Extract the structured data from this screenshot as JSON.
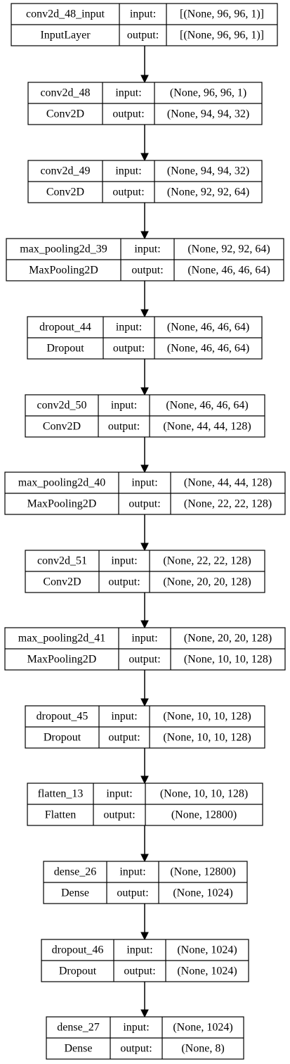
{
  "layers": [
    {
      "name": "conv2d_48_input",
      "type": "InputLayer",
      "input_label": "input:",
      "output_label": "output:",
      "input": "[(None, 96, 96, 1)]",
      "output": "[(None, 96, 96, 1)]"
    },
    {
      "name": "conv2d_48",
      "type": "Conv2D",
      "input_label": "input:",
      "output_label": "output:",
      "input": "(None, 96, 96, 1)",
      "output": "(None, 94, 94, 32)"
    },
    {
      "name": "conv2d_49",
      "type": "Conv2D",
      "input_label": "input:",
      "output_label": "output:",
      "input": "(None, 94, 94, 32)",
      "output": "(None, 92, 92, 64)"
    },
    {
      "name": "max_pooling2d_39",
      "type": "MaxPooling2D",
      "input_label": "input:",
      "output_label": "output:",
      "input": "(None, 92, 92, 64)",
      "output": "(None, 46, 46, 64)"
    },
    {
      "name": "dropout_44",
      "type": "Dropout",
      "input_label": "input:",
      "output_label": "output:",
      "input": "(None, 46, 46, 64)",
      "output": "(None, 46, 46, 64)"
    },
    {
      "name": "conv2d_50",
      "type": "Conv2D",
      "input_label": "input:",
      "output_label": "output:",
      "input": "(None, 46, 46, 64)",
      "output": "(None, 44, 44, 128)"
    },
    {
      "name": "max_pooling2d_40",
      "type": "MaxPooling2D",
      "input_label": "input:",
      "output_label": "output:",
      "input": "(None, 44, 44, 128)",
      "output": "(None, 22, 22, 128)"
    },
    {
      "name": "conv2d_51",
      "type": "Conv2D",
      "input_label": "input:",
      "output_label": "output:",
      "input": "(None, 22, 22, 128)",
      "output": "(None, 20, 20, 128)"
    },
    {
      "name": "max_pooling2d_41",
      "type": "MaxPooling2D",
      "input_label": "input:",
      "output_label": "output:",
      "input": "(None, 20, 20, 128)",
      "output": "(None, 10, 10, 128)"
    },
    {
      "name": "dropout_45",
      "type": "Dropout",
      "input_label": "input:",
      "output_label": "output:",
      "input": "(None, 10, 10, 128)",
      "output": "(None, 10, 10, 128)"
    },
    {
      "name": "flatten_13",
      "type": "Flatten",
      "input_label": "input:",
      "output_label": "output:",
      "input": "(None, 10, 10, 128)",
      "output": "(None, 12800)"
    },
    {
      "name": "dense_26",
      "type": "Dense",
      "input_label": "input:",
      "output_label": "output:",
      "input": "(None, 12800)",
      "output": "(None, 1024)"
    },
    {
      "name": "dropout_46",
      "type": "Dropout",
      "input_label": "input:",
      "output_label": "output:",
      "input": "(None, 1024)",
      "output": "(None, 1024)"
    },
    {
      "name": "dense_27",
      "type": "Dense",
      "input_label": "input:",
      "output_label": "output:",
      "input": "(None, 1024)",
      "output": "(None, 8)"
    }
  ]
}
